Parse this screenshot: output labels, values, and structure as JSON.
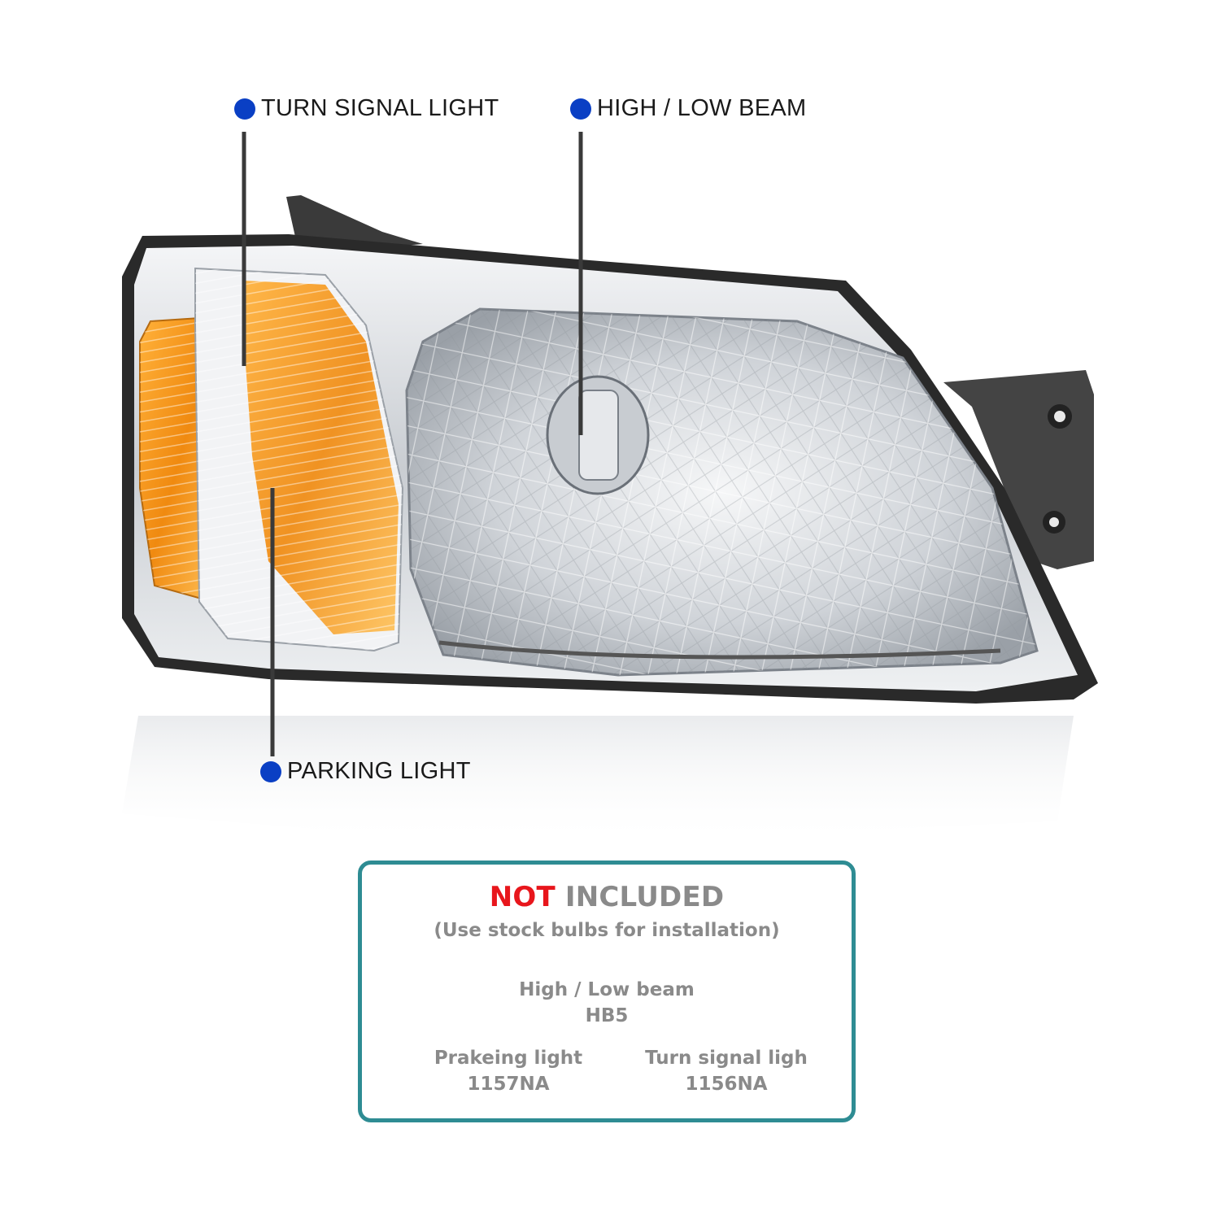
{
  "colors": {
    "callout_dot": "#0a3fc4",
    "callout_line": "#3a3a3a",
    "box_border": "#2e8c93",
    "not_red": "#e8161c",
    "box_text": "#8a8a8a",
    "amber": "#f59a1c",
    "housing": "#2a2a2a",
    "chrome": "#dcdfe3"
  },
  "callouts": {
    "turn_signal": "TURN SIGNAL LIGHT",
    "beam": "HIGH / LOW BEAM",
    "parking": "PARKING LIGHT"
  },
  "notice": {
    "title_emphasis": "NOT",
    "title_rest": " INCLUDED",
    "subtitle": "(Use stock bulbs for installation)",
    "beam_label": "High / Low beam",
    "beam_bulb": "HB5",
    "parking_label": "Prakeing light",
    "parking_bulb": "1157NA",
    "turn_label": "Turn signal ligh",
    "turn_bulb": "1156NA"
  }
}
